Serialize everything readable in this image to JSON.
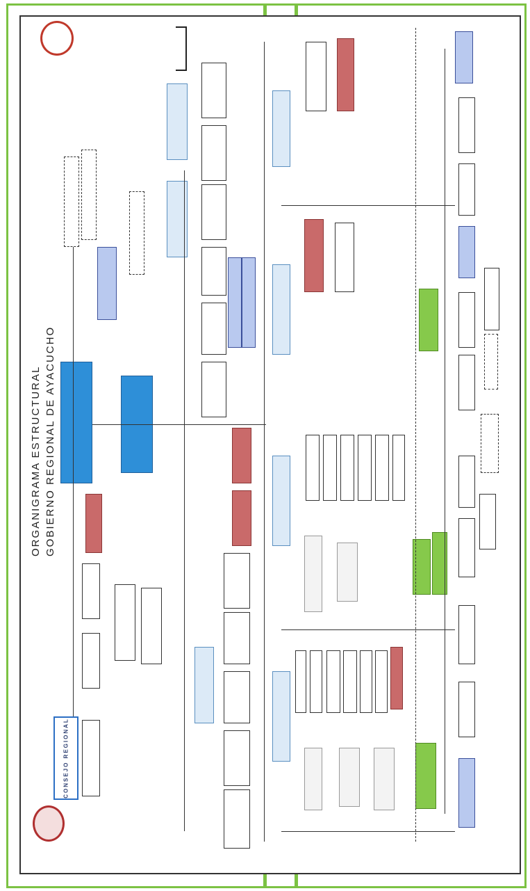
{
  "header": {
    "title_line1": "ORGANIGRAMA ESTRUCTURAL",
    "title_line2": "GOBIERNO REGIONAL DE AYACUCHO"
  },
  "council": {
    "label": "CONSEJO REGIONAL"
  },
  "colors": {
    "frame_green": "#7cc243",
    "main_blue": "#2e8fd8",
    "light_blue": "#dceaf7",
    "medium_blue": "#b9c9ef",
    "red": "#c96a6a",
    "green": "#86c94b"
  }
}
